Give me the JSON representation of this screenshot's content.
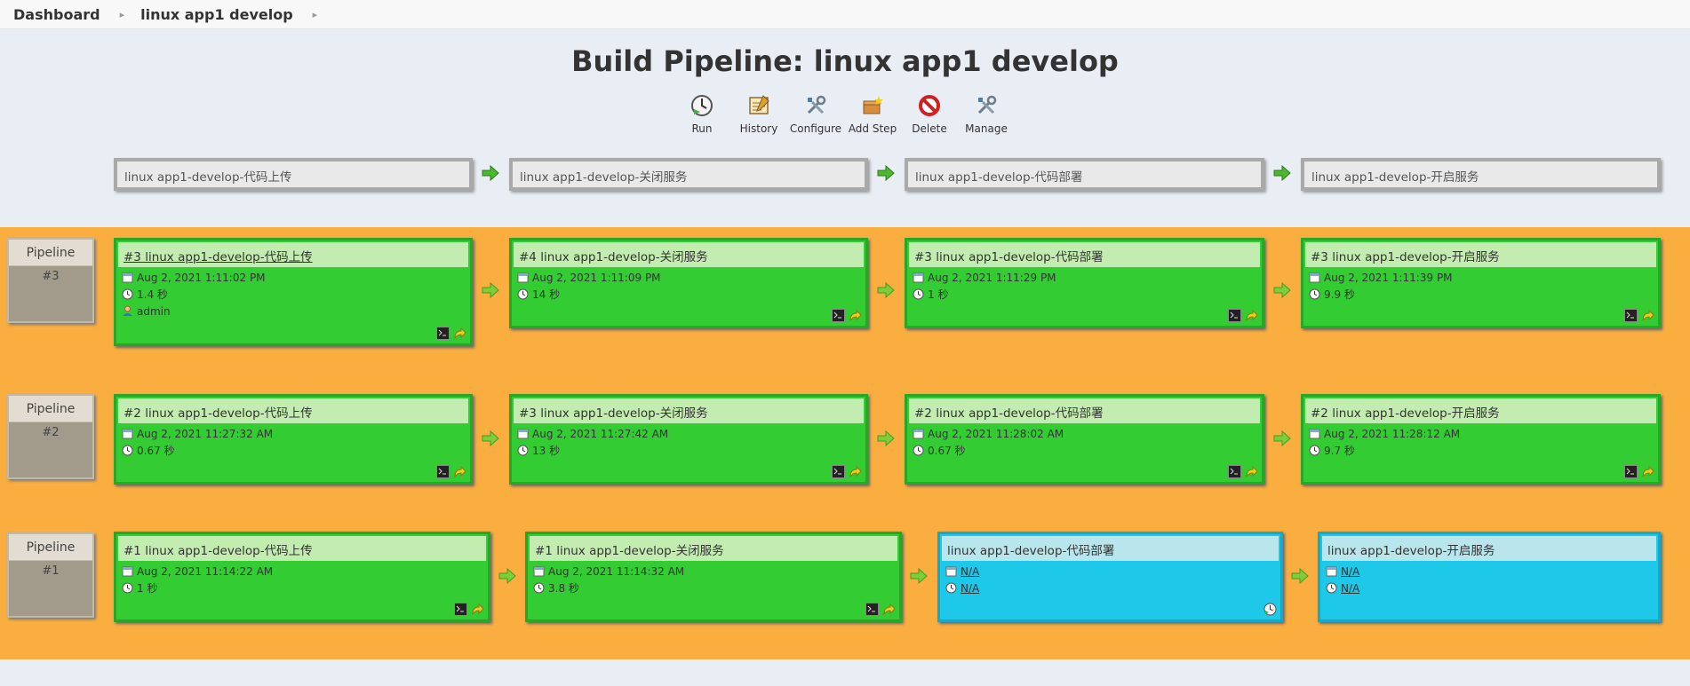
{
  "breadcrumb": {
    "items": [
      {
        "label": "Dashboard"
      },
      {
        "label": "linux app1 develop"
      }
    ]
  },
  "page_title": "Build Pipeline: linux app1 develop",
  "toolbar": {
    "items": [
      {
        "label": "Run",
        "icon": "run-icon"
      },
      {
        "label": "History",
        "icon": "history-icon"
      },
      {
        "label": "Configure",
        "icon": "configure-icon"
      },
      {
        "label": "Add Step",
        "icon": "add-step-icon"
      },
      {
        "label": "Delete",
        "icon": "delete-icon"
      },
      {
        "label": "Manage",
        "icon": "manage-icon"
      }
    ]
  },
  "stages": [
    {
      "name": "linux app1-develop-代码上传"
    },
    {
      "name": "linux app1-develop-关闭服务"
    },
    {
      "name": "linux app1-develop-代码部署"
    },
    {
      "name": "linux app1-develop-开启服务"
    }
  ],
  "pipeline_label": "Pipeline",
  "colors": {
    "success": "#33cc33",
    "pending": "#1ec8e8",
    "band": "#fbae40"
  },
  "pipelines": [
    {
      "number": "#3",
      "builds": [
        {
          "title": "#3 linux app1-develop-代码上传",
          "date": "Aug 2, 2021 1:11:02 PM",
          "duration": "1.4 秒",
          "user": "admin",
          "status": "success"
        },
        {
          "title": "#4 linux app1-develop-关闭服务",
          "date": "Aug 2, 2021 1:11:09 PM",
          "duration": "14 秒",
          "status": "success"
        },
        {
          "title": "#3 linux app1-develop-代码部署",
          "date": "Aug 2, 2021 1:11:29 PM",
          "duration": "1 秒",
          "status": "success"
        },
        {
          "title": "#3 linux app1-develop-开启服务",
          "date": "Aug 2, 2021 1:11:39 PM",
          "duration": "9.9 秒",
          "status": "success"
        }
      ]
    },
    {
      "number": "#2",
      "builds": [
        {
          "title": "#2 linux app1-develop-代码上传",
          "date": "Aug 2, 2021 11:27:32 AM",
          "duration": "0.67 秒",
          "status": "success"
        },
        {
          "title": "#3 linux app1-develop-关闭服务",
          "date": "Aug 2, 2021 11:27:42 AM",
          "duration": "13 秒",
          "status": "success"
        },
        {
          "title": "#2 linux app1-develop-代码部署",
          "date": "Aug 2, 2021 11:28:02 AM",
          "duration": "0.67 秒",
          "status": "success"
        },
        {
          "title": "#2 linux app1-develop-开启服务",
          "date": "Aug 2, 2021 11:28:12 AM",
          "duration": "9.7 秒",
          "status": "success"
        }
      ]
    },
    {
      "number": "#1",
      "builds": [
        {
          "title": "#1 linux app1-develop-代码上传",
          "date": "Aug 2, 2021 11:14:22 AM",
          "duration": "1 秒",
          "status": "success"
        },
        {
          "title": "#1 linux app1-develop-关闭服务",
          "date": "Aug 2, 2021 11:14:32 AM",
          "duration": "3.8 秒",
          "status": "success"
        },
        {
          "title": "linux app1-develop-代码部署",
          "date": "N/A",
          "duration": "N/A",
          "status": "pending"
        },
        {
          "title": "linux app1-develop-开启服务",
          "date": "N/A",
          "duration": "N/A",
          "status": "pending"
        }
      ]
    }
  ]
}
